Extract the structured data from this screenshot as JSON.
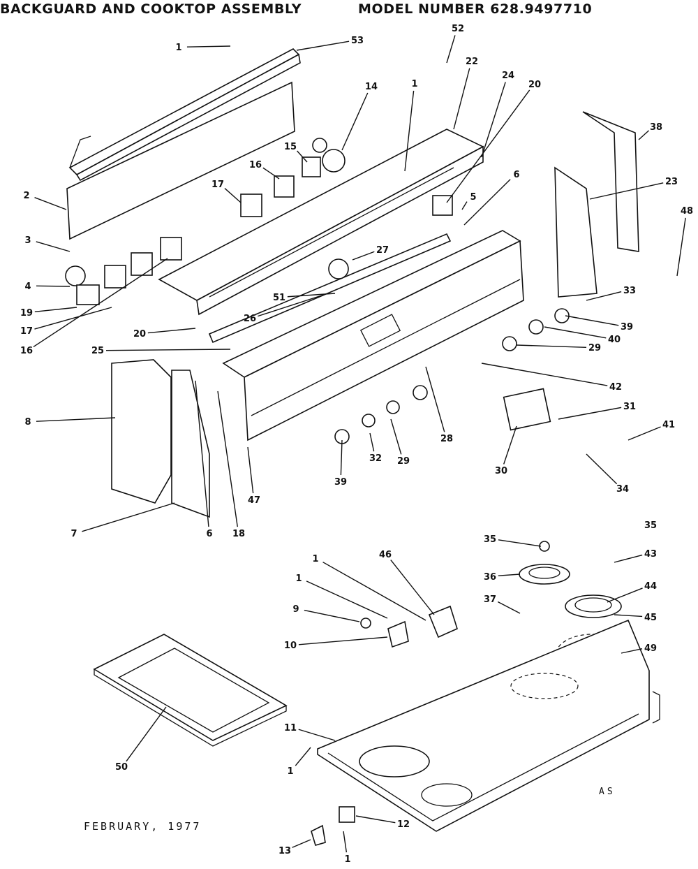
{
  "header": {
    "title": "BACKGUARD AND COOKTOP ASSEMBLY",
    "model": "MODEL NUMBER 628.9497710"
  },
  "footer": {
    "date": "FEBRUARY, 1977",
    "initials": "AS"
  },
  "callouts": [
    {
      "id": "c1a",
      "label": "1"
    },
    {
      "id": "c53",
      "label": "53"
    },
    {
      "id": "c52",
      "label": "52"
    },
    {
      "id": "c22",
      "label": "22"
    },
    {
      "id": "c24",
      "label": "24"
    },
    {
      "id": "c20a",
      "label": "20"
    },
    {
      "id": "c14",
      "label": "14"
    },
    {
      "id": "c1b",
      "label": "1"
    },
    {
      "id": "c38",
      "label": "38"
    },
    {
      "id": "c15",
      "label": "15"
    },
    {
      "id": "c16a",
      "label": "16"
    },
    {
      "id": "c17a",
      "label": "17"
    },
    {
      "id": "c23",
      "label": "23"
    },
    {
      "id": "c2",
      "label": "2"
    },
    {
      "id": "c5",
      "label": "5"
    },
    {
      "id": "c6a",
      "label": "6"
    },
    {
      "id": "c48",
      "label": "48"
    },
    {
      "id": "c3",
      "label": "3"
    },
    {
      "id": "c27",
      "label": "27"
    },
    {
      "id": "c4",
      "label": "4"
    },
    {
      "id": "c33",
      "label": "33"
    },
    {
      "id": "c51",
      "label": "51"
    },
    {
      "id": "c19",
      "label": "19"
    },
    {
      "id": "c26",
      "label": "26"
    },
    {
      "id": "c39a",
      "label": "39"
    },
    {
      "id": "c17b",
      "label": "17"
    },
    {
      "id": "c40",
      "label": "40"
    },
    {
      "id": "c20b",
      "label": "20"
    },
    {
      "id": "c29a",
      "label": "29"
    },
    {
      "id": "c16b",
      "label": "16"
    },
    {
      "id": "c25",
      "label": "25"
    },
    {
      "id": "c42",
      "label": "42"
    },
    {
      "id": "c8",
      "label": "8"
    },
    {
      "id": "c31",
      "label": "31"
    },
    {
      "id": "c41",
      "label": "41"
    },
    {
      "id": "c28",
      "label": "28"
    },
    {
      "id": "c32",
      "label": "32"
    },
    {
      "id": "c29b",
      "label": "29"
    },
    {
      "id": "c30",
      "label": "30"
    },
    {
      "id": "c39b",
      "label": "39"
    },
    {
      "id": "c34",
      "label": "34"
    },
    {
      "id": "c47",
      "label": "47"
    },
    {
      "id": "c7",
      "label": "7"
    },
    {
      "id": "c6b",
      "label": "6"
    },
    {
      "id": "c18",
      "label": "18"
    },
    {
      "id": "c35a",
      "label": "35"
    },
    {
      "id": "c35b",
      "label": "35"
    },
    {
      "id": "c43",
      "label": "43"
    },
    {
      "id": "c46",
      "label": "46"
    },
    {
      "id": "c1c",
      "label": "1"
    },
    {
      "id": "c36",
      "label": "36"
    },
    {
      "id": "c44",
      "label": "44"
    },
    {
      "id": "c1d",
      "label": "1"
    },
    {
      "id": "c37",
      "label": "37"
    },
    {
      "id": "c45",
      "label": "45"
    },
    {
      "id": "c9",
      "label": "9"
    },
    {
      "id": "c10",
      "label": "10"
    },
    {
      "id": "c49",
      "label": "49"
    },
    {
      "id": "c11",
      "label": "11"
    },
    {
      "id": "c50",
      "label": "50"
    },
    {
      "id": "c1e",
      "label": "1"
    },
    {
      "id": "c12",
      "label": "12"
    },
    {
      "id": "c13",
      "label": "13"
    },
    {
      "id": "c1f",
      "label": "1"
    }
  ]
}
